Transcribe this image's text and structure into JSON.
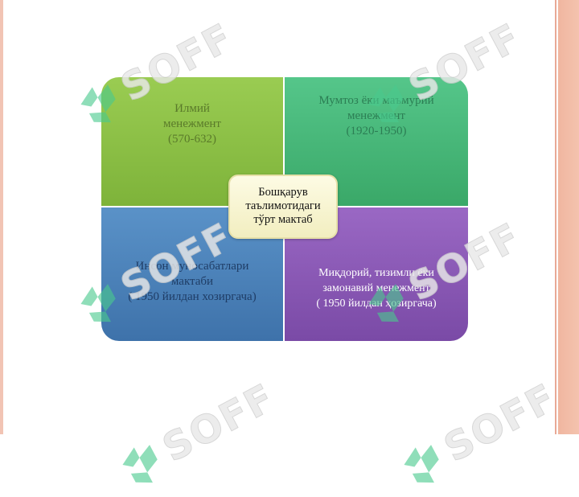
{
  "watermark": {
    "text": "SOFF",
    "logo": "soff-logo-icon",
    "color": "#49c98e"
  },
  "diagram": {
    "center": {
      "lines": [
        "Бошқарув",
        "таълимотидаги",
        "тўрт мактаб"
      ]
    },
    "quadrants": [
      {
        "lines": [
          "Илмий",
          "менежмент",
          "(570-632)"
        ],
        "color": "#8bc043"
      },
      {
        "lines": [
          "Мумтоз ёки маъмурий",
          "менежмент",
          "(1920-1950)"
        ],
        "color": "#47b879"
      },
      {
        "lines": [
          "Инсон муносабатлари",
          "мактаби",
          "( 1950 йилдан хозиргача)"
        ],
        "color": "#4b82bb"
      },
      {
        "lines": [
          "Миқдорий, тизимли ёки",
          "замонавий менежмент",
          "( 1950 йилдан ҳозиргача)"
        ],
        "color": "#8a5ab7"
      }
    ]
  }
}
